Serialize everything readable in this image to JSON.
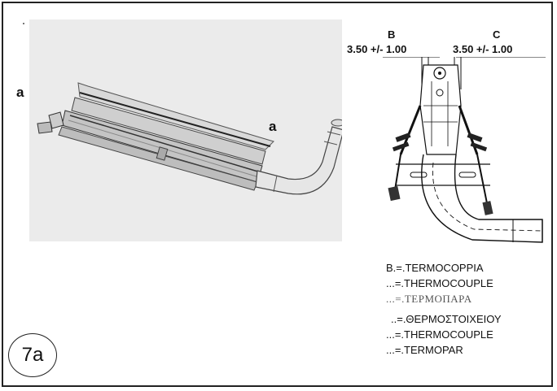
{
  "figure": {
    "label_a_left": "a",
    "label_a_right": "a",
    "dimension_b": {
      "letter": "B",
      "value": "3.50 +/- 1.00"
    },
    "dimension_c": {
      "letter": "C",
      "value": "3.50 +/- 1.00"
    },
    "legend": [
      "B.=.TERMOCOPPIA",
      "...=.THERMOCOUPLE",
      "...=.ΤΕΡΜΟΠΑΡΑ",
      "..=.ΘΕΡΜΟΣΤΟΙΧΕΙΟΥ",
      "...=.THERMOCOUPLE",
      "...=.TERMOPAR"
    ],
    "figure_number": "7a"
  }
}
